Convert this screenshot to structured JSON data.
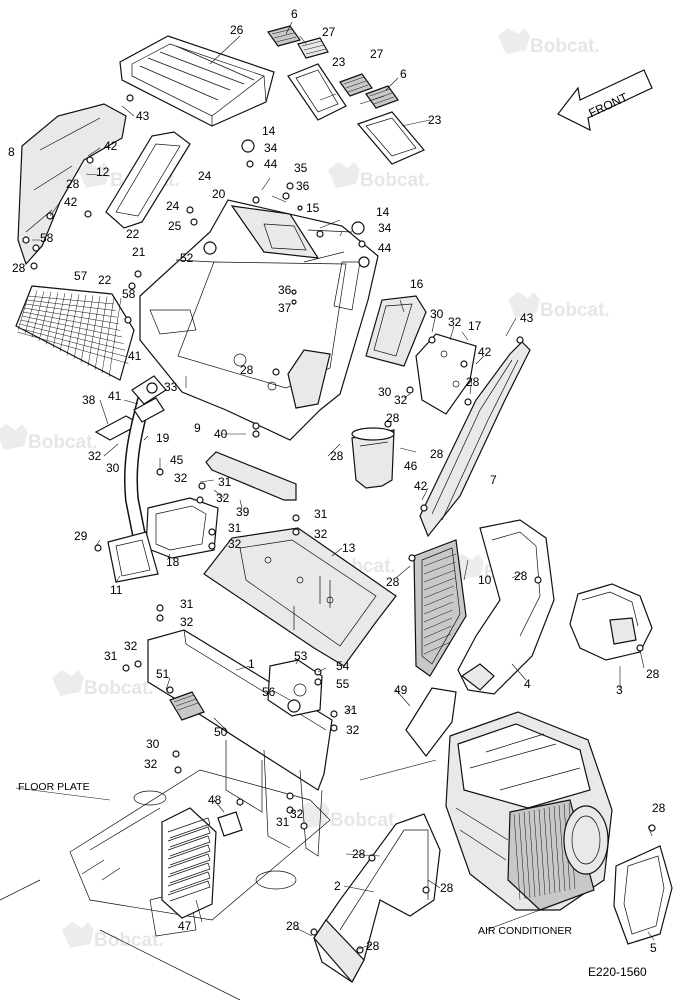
{
  "watermark": {
    "brand": "Bobcat."
  },
  "labels": {
    "front_arrow": "FRONT",
    "floor_plate": "FLOOR PLATE",
    "air_conditioner": "AIR CONDITIONER",
    "figure_id": "E220-1560"
  },
  "callouts": [
    "1",
    "2",
    "3",
    "4",
    "5",
    "6",
    "7",
    "8",
    "9",
    "10",
    "11",
    "12",
    "13",
    "14",
    "15",
    "16",
    "17",
    "18",
    "19",
    "20",
    "21",
    "22",
    "23",
    "24",
    "25",
    "26",
    "27",
    "28",
    "29",
    "30",
    "31",
    "32",
    "33",
    "34",
    "35",
    "36",
    "37",
    "38",
    "39",
    "40",
    "41",
    "42",
    "43",
    "44",
    "45",
    "46",
    "47",
    "48",
    "49",
    "50",
    "51",
    "52",
    "53",
    "54",
    "55",
    "56",
    "57",
    "58"
  ]
}
